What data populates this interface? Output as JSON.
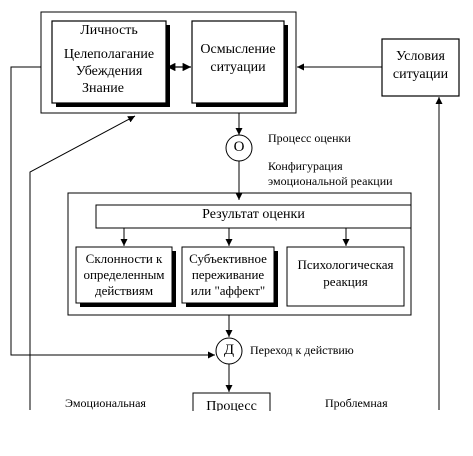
{
  "diagram": {
    "personality": {
      "title": "Личность",
      "lines": [
        "Целеполагание",
        "Убеждения",
        "Знание"
      ]
    },
    "comprehension": [
      "Осмысление",
      "ситуации"
    ],
    "conditions": [
      "Условия",
      "ситуации"
    ],
    "evaluation_node": "О",
    "evaluation_process": "Процесс оценки",
    "configuration": [
      "Конфигурация",
      "эмоциональной реакции"
    ],
    "result": "Результат оценки",
    "tendencies": [
      "Склонности к",
      "определенным",
      "действиям"
    ],
    "subjective": [
      "Субъективное",
      "переживание",
      "или \"аффект\""
    ],
    "psychological": [
      "Психологическая",
      "реакция"
    ],
    "action_node": "Д",
    "transition": "Переход к действию",
    "emotional": "Эмоциональная",
    "process": "Процесс",
    "problem": "Проблемная"
  }
}
